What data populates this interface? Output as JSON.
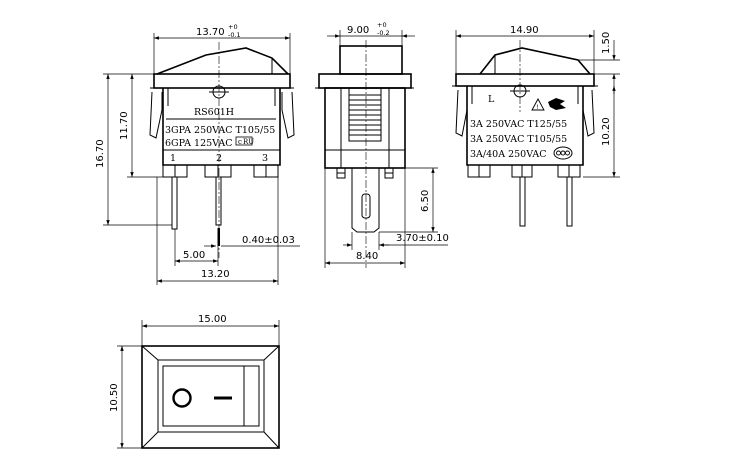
{
  "front_view": {
    "dims": {
      "width_top": "13.70",
      "width_top_tol_plus": "+0",
      "width_top_tol_minus": "-0.1",
      "height_total": "16.70",
      "height_body": "11.70",
      "pin_spacing": "5.00",
      "pin_span": "13.20",
      "pin_thickness": "0.40±0.03"
    },
    "markings": {
      "model": "RS601H",
      "line1": "3GPA  250VAC  T105/55",
      "line2": "6GPA  125VAC",
      "pin_1": "1",
      "pin_2": "2",
      "pin_3": "3"
    }
  },
  "side_view": {
    "dims": {
      "width_top": "9.00",
      "width_top_tol_plus": "+0",
      "width_top_tol_minus": "-0.2",
      "pin_length": "6.50",
      "pin_width": "3.70±0.10",
      "width_bottom": "8.40"
    }
  },
  "back_view": {
    "dims": {
      "width_top": "14.90",
      "rocker_height": "1.50",
      "body_height": "10.20"
    },
    "markings": {
      "letter": "L",
      "line1": "3A  250VAC      T125/55",
      "line2": "3A  250VAC    T105/55",
      "line3": "3A/40A  250VAC"
    }
  },
  "top_view": {
    "dims": {
      "width": "15.00",
      "height": "10.50"
    }
  }
}
